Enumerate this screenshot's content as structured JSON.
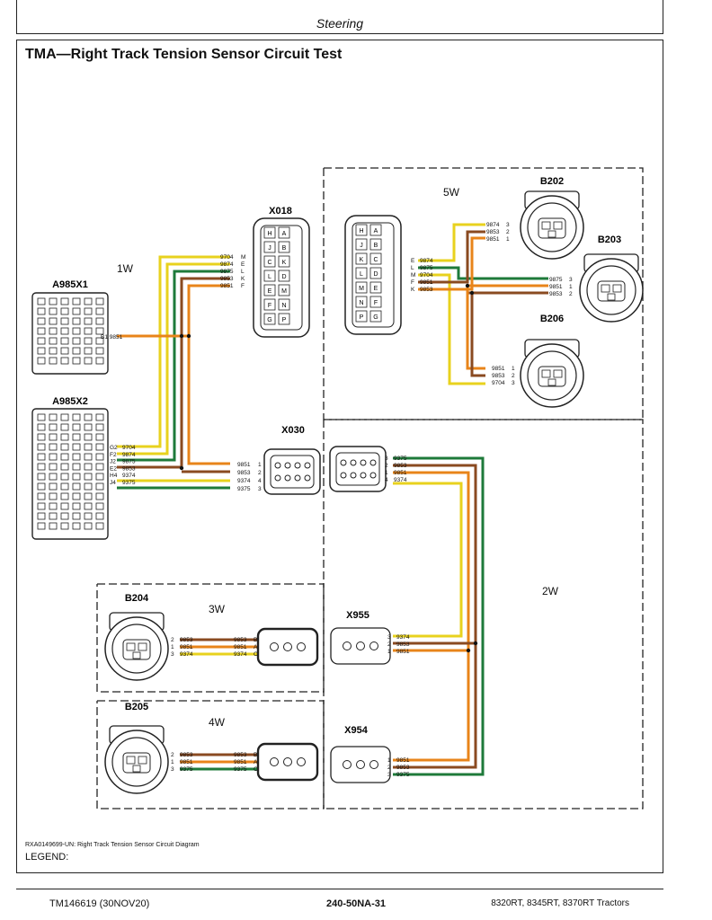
{
  "header": {
    "section": "Steering"
  },
  "title": "TMA—Right Track Tension Sensor Circuit Test",
  "caption": "RXA0149699-UN: Right Track Tension Sensor Circuit Diagram",
  "legend_label": "LEGEND:",
  "footer": {
    "left": "TM146619 (30NOV20)",
    "center": "240-50NA-31",
    "right": "8320RT, 8345RT, 8370RT Tractors"
  },
  "harness_labels": {
    "w1": "1W",
    "w2": "2W",
    "w3": "3W",
    "w4": "4W",
    "w5": "5W"
  },
  "connectors": {
    "a985x1": "A985X1",
    "a985x2": "A985X2",
    "x018": "X018",
    "x030": "X030",
    "x955": "X955",
    "x954": "X954",
    "b202": "B202",
    "b203": "B203",
    "b206": "B206",
    "b204": "B204",
    "b205": "B205"
  },
  "wire_colors": {
    "yellow": "#e8d21e",
    "orange": "#e8841a",
    "green": "#1e7a3a",
    "brown": "#8a4a20"
  },
  "wires": {
    "a985x1_b1": {
      "pin": "B1",
      "wire": "9851"
    },
    "a985x2": [
      {
        "pin": "G2",
        "wire": "9704"
      },
      {
        "pin": "F2",
        "wire": "9874"
      },
      {
        "pin": "J2",
        "wire": "9875"
      },
      {
        "pin": "E2",
        "wire": "9853"
      },
      {
        "pin": "H4",
        "wire": "9374"
      },
      {
        "pin": "J4",
        "wire": "9375"
      }
    ],
    "x018_left": [
      {
        "wire": "9704",
        "pin": "M"
      },
      {
        "wire": "9874",
        "pin": "E"
      },
      {
        "wire": "9875",
        "pin": "L"
      },
      {
        "wire": "9853",
        "pin": "K"
      },
      {
        "wire": "9851",
        "pin": "F"
      }
    ],
    "x018_cells": [
      "H",
      "A",
      "J",
      "B",
      "C",
      "K",
      "L",
      "D",
      "E",
      "M",
      "F",
      "N",
      "G",
      "P"
    ],
    "x018r_cells": [
      "H",
      "A",
      "J",
      "B",
      "K",
      "C",
      "L",
      "D",
      "M",
      "E",
      "N",
      "F",
      "P",
      "G"
    ],
    "x018_right": [
      {
        "pin": "E",
        "wire": "9874"
      },
      {
        "pin": "L",
        "wire": "9875"
      },
      {
        "pin": "M",
        "wire": "9704"
      },
      {
        "pin": "F",
        "wire": "9851"
      },
      {
        "pin": "K",
        "wire": "9853"
      }
    ],
    "b202": [
      {
        "wire": "9874",
        "pin": "3"
      },
      {
        "wire": "9853",
        "pin": "2"
      },
      {
        "wire": "9851",
        "pin": "1"
      }
    ],
    "b203": [
      {
        "wire": "9875",
        "pin": "3"
      },
      {
        "wire": "9851",
        "pin": "1"
      },
      {
        "wire": "9853",
        "pin": "2"
      }
    ],
    "b206": [
      {
        "wire": "9851",
        "pin": "1"
      },
      {
        "wire": "9853",
        "pin": "2"
      },
      {
        "wire": "9704",
        "pin": "3"
      }
    ],
    "x030_left": [
      {
        "wire": "9851",
        "pin": "1"
      },
      {
        "wire": "9853",
        "pin": "2"
      },
      {
        "wire": "9374",
        "pin": "4"
      },
      {
        "wire": "9375",
        "pin": "3"
      }
    ],
    "x030_right": [
      {
        "pin": "3",
        "wire": "9375"
      },
      {
        "pin": "2",
        "wire": "9853"
      },
      {
        "pin": "1",
        "wire": "9851"
      },
      {
        "pin": "4",
        "wire": "9374"
      }
    ],
    "b204": [
      {
        "pin": "2",
        "wire": "9853",
        "to": "B"
      },
      {
        "pin": "1",
        "wire": "9851",
        "to": "A"
      },
      {
        "pin": "3",
        "wire": "9374",
        "to": "C"
      }
    ],
    "b205": [
      {
        "pin": "2",
        "wire": "9853",
        "to": "B"
      },
      {
        "pin": "1",
        "wire": "9851",
        "to": "A"
      },
      {
        "pin": "3",
        "wire": "9375",
        "to": "C"
      }
    ],
    "x955": [
      {
        "pin": "3",
        "wire": "9374"
      },
      {
        "pin": "2",
        "wire": "9853"
      },
      {
        "pin": "1",
        "wire": "9851"
      }
    ],
    "x954": [
      {
        "pin": "1",
        "wire": "9851"
      },
      {
        "pin": "2",
        "wire": "9853"
      },
      {
        "pin": "3",
        "wire": "9375"
      }
    ]
  }
}
